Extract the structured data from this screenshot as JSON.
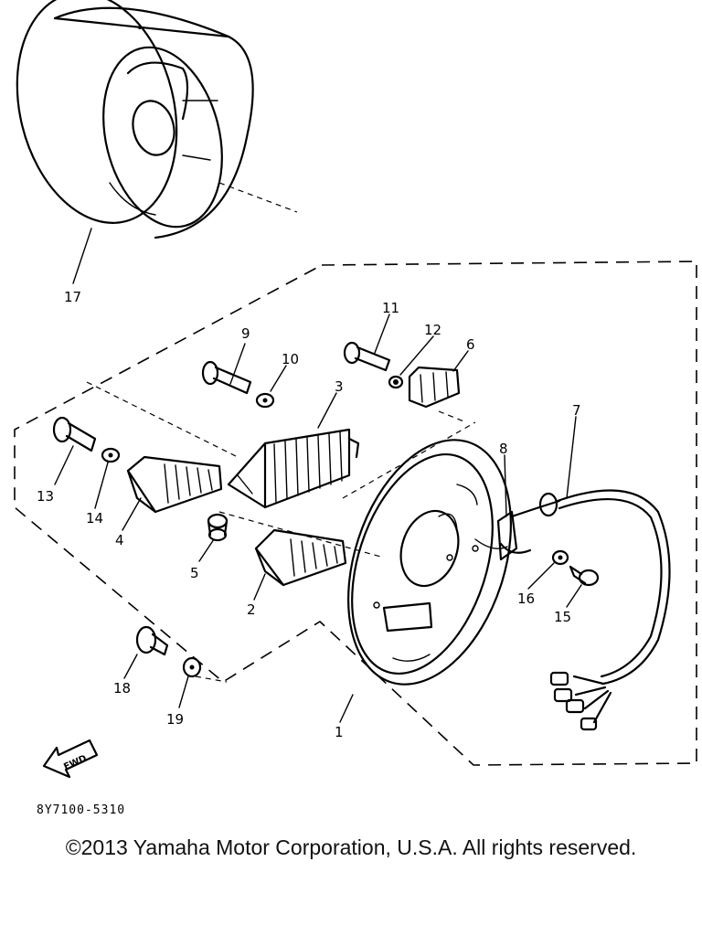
{
  "callouts": {
    "c1": "1",
    "c2": "2",
    "c3": "3",
    "c4": "4",
    "c5": "5",
    "c6": "6",
    "c7": "7",
    "c8": "8",
    "c9": "9",
    "c10": "10",
    "c11": "11",
    "c12": "12",
    "c13": "13",
    "c14": "14",
    "c15": "15",
    "c16": "16",
    "c17": "17",
    "c18": "18",
    "c19": "19"
  },
  "fwd_label": "FWD",
  "part_code": "8Y7100-5310",
  "copyright": "©2013 Yamaha Motor Corporation, U.S.A. All rights reserved."
}
